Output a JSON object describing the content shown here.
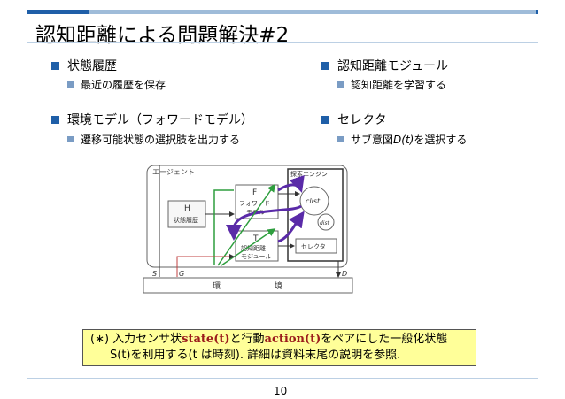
{
  "title": "認知距離による問題解決#2",
  "left_col": {
    "b1": "状態履歴",
    "b1_sub": "最近の履歴を保存",
    "b2": "環境モデル（フォワードモデル）",
    "b2_sub": "遷移可能状態の選択肢を出力する"
  },
  "right_col": {
    "b1": "認知距離モジュール",
    "b1_sub": "認知距離を学習する",
    "b2": "セレクタ",
    "b2_sub_pre": "サブ意図",
    "b2_sub_math": "D(t)",
    "b2_sub_post": "を選択する"
  },
  "figure": {
    "agent_label": "エージェント",
    "search_label": "探索エンジン",
    "h_label": "H",
    "h_text": "状態履歴",
    "f_label": "F",
    "f_text1": "フォワード",
    "f_text2": "モデル",
    "t_label": "T",
    "t_text1": "認知距離",
    "t_text2": "モジュール",
    "clist": "clist",
    "dist": "dist",
    "selector": "セレクタ",
    "s_label": "S",
    "g_label": "G",
    "d_label": "D",
    "env_a": "環",
    "env_b": "境"
  },
  "note": {
    "pre": "(∗) 入力センサ状",
    "state": "state(t)",
    "mid": "と行動",
    "action": "action(t)",
    "post": "をペアにした一般化状態",
    "line2": "S(t)を利用する(t は時刻). 詳細は資料末尾の説明を参照."
  },
  "page_number": "10",
  "colors": {
    "accent": "#1f5fa8",
    "note_bg": "#ffff99",
    "arrow_green": "#2e9e3e",
    "arrow_purple": "#5a2aa8"
  }
}
